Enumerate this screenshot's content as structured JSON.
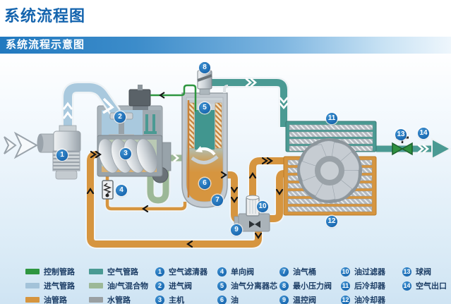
{
  "page": {
    "title": "系统流程图",
    "section_header": "系统流程示意图"
  },
  "colors": {
    "title_blue": "#1464ae",
    "header_gradient_left": "#2279bf",
    "header_gradient_right": "#eef6fc",
    "badge_blue": "#0c59a4",
    "control_line": "#2e9640",
    "intake_line": "#a3c3d9",
    "oil_line": "#d6953f",
    "air_line": "#4a9a93",
    "oil_gas_mix_line": "#9cb897",
    "water_line": "#9aa0a3"
  },
  "legend": {
    "line_types": [
      {
        "label": "控制管路",
        "color": "#2e9640"
      },
      {
        "label": "进气管路",
        "color": "#a3c3d9"
      },
      {
        "label": "油管路",
        "color": "#d6953f"
      },
      {
        "label": "空气管路",
        "color": "#4a9a93"
      },
      {
        "label": "油/气混合物",
        "color": "#9cb897"
      },
      {
        "label": "水管路",
        "color": "#9aa0a3"
      }
    ],
    "components": [
      {
        "num": "1",
        "label": "空气滤清器"
      },
      {
        "num": "2",
        "label": "进气阀"
      },
      {
        "num": "3",
        "label": "主机"
      },
      {
        "num": "4",
        "label": "单向阀"
      },
      {
        "num": "5",
        "label": "油气分离器芯"
      },
      {
        "num": "6",
        "label": "油"
      },
      {
        "num": "7",
        "label": "油气桶"
      },
      {
        "num": "8",
        "label": "最小压力阀"
      },
      {
        "num": "9",
        "label": "温控阀"
      },
      {
        "num": "10",
        "label": "油过滤器"
      },
      {
        "num": "11",
        "label": "后冷却器"
      },
      {
        "num": "12",
        "label": "油冷却器"
      },
      {
        "num": "13",
        "label": "球阀"
      },
      {
        "num": "14",
        "label": "空气出口"
      }
    ]
  }
}
